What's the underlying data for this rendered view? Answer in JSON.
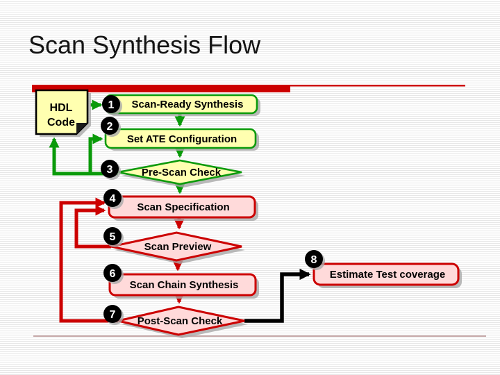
{
  "slide": {
    "title": "Scan Synthesis Flow"
  },
  "note": {
    "line1": "HDL",
    "line2": "Code"
  },
  "steps": [
    {
      "num": "1",
      "label": "Scan-Ready Synthesis"
    },
    {
      "num": "2",
      "label": "Set ATE Configuration"
    },
    {
      "num": "3",
      "label": "Pre-Scan Check"
    },
    {
      "num": "4",
      "label": "Scan Specification"
    },
    {
      "num": "5",
      "label": "Scan Preview"
    },
    {
      "num": "6",
      "label": "Scan Chain Synthesis"
    },
    {
      "num": "7",
      "label": "Post-Scan Check"
    },
    {
      "num": "8",
      "label": "Estimate Test coverage"
    }
  ],
  "colors": {
    "accent_red": "#cc0000",
    "flow_green": "#0a9a0a",
    "yellow_fill": "#ffffb0",
    "pink_fill": "#ffdada",
    "badge_black": "#000000",
    "shadow_gray": "#a9a9a9",
    "bottom_rule": "#c9abab"
  }
}
